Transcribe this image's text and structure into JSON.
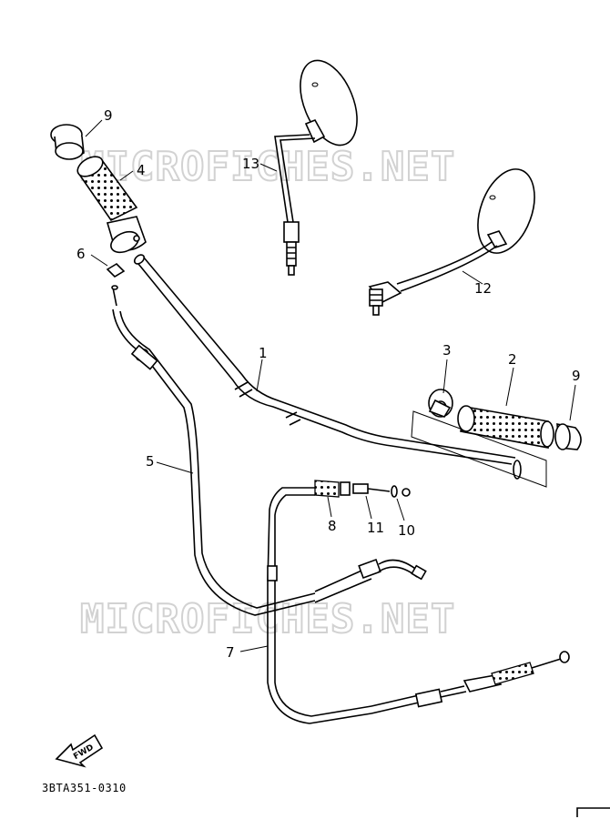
{
  "watermark": "MICROFICHES.NET",
  "diagram_code": "3BTA351-0310",
  "fwd_label": "FWD",
  "callouts": [
    "1",
    "2",
    "3",
    "4",
    "5",
    "6",
    "7",
    "8",
    "9",
    "9",
    "10",
    "11",
    "12",
    "13"
  ]
}
